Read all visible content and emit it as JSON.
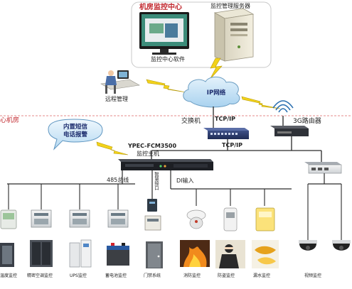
{
  "center": {
    "title": "机房监控中心",
    "server_label": "监控管理服务器",
    "software_label": "监控中心软件",
    "remote_label": "远程管理"
  },
  "network": {
    "ip_cloud": "IP网络",
    "tcpip_top": "TCP/IP",
    "tcpip_bottom": "TCP/IP",
    "switch_label": "交换机",
    "router_label": "3G路由器"
  },
  "room": {
    "section_label": "心机房",
    "sms_line1": "内置短信",
    "sms_line2": "电话报警",
    "host_model": "YPEC-FCM3500",
    "host_label": "监控主机",
    "bus_485": "485总线",
    "smart_port": "智慧接口",
    "di_input": "DI输入"
  },
  "devices": [
    {
      "name": "温度监控"
    },
    {
      "name": "精密空调监控"
    },
    {
      "name": "UPS监控"
    },
    {
      "name": "蓄电池监控"
    },
    {
      "name": "门禁系统"
    },
    {
      "name": "消防监控"
    },
    {
      "name": "防盗监控"
    },
    {
      "name": "漏水监控"
    },
    {
      "name": "视频监控"
    }
  ],
  "colors": {
    "accent_red": "#c1272d",
    "line_dark": "#2a2a2a",
    "bolt_yellow": "#f2d21a",
    "cloud_blue": "#bfe0f6",
    "cloud_dark": "#1a2a6c"
  }
}
